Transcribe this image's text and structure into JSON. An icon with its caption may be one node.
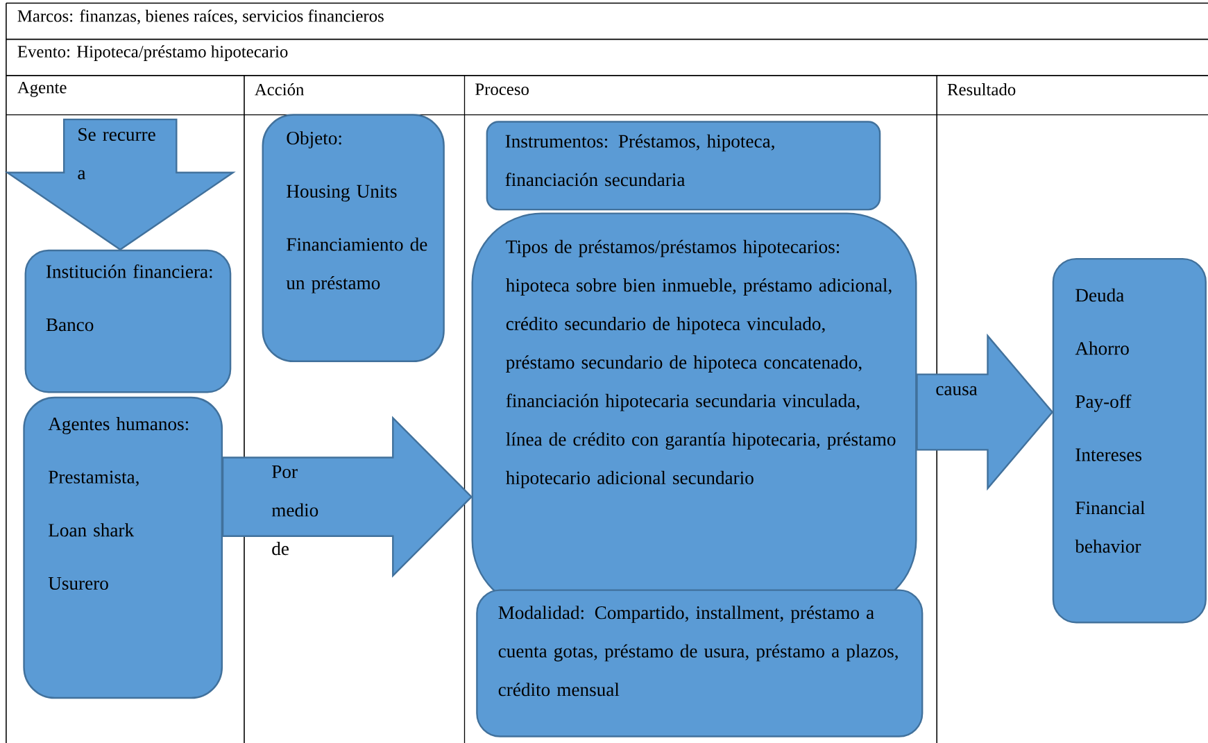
{
  "diagram": {
    "nodes": [
      {
        "text": [
          "Institución financiera:",
          "Banco"
        ]
      },
      {
        "text": [
          "Agentes humanos:",
          "Prestamista,",
          "Loan shark",
          "Usurero"
        ]
      },
      {
        "text": [
          "Objeto:",
          "Housing Units",
          "Financiamiento de un préstamo"
        ]
      },
      {
        "text": [
          "Instrumentos: Préstamos, hipoteca, financiación secundaria"
        ]
      },
      {
        "text": [
          "Tipos de préstamos/préstamos hipotecarios: hipoteca sobre bien inmueble, préstamo adicional, crédito secundario de hipoteca vinculado, préstamo secundario de hipoteca concatenado, financiación hipotecaria secundaria vinculada, línea de crédito con garantía hipotecaria, préstamo hipotecario adicional secundario"
        ]
      },
      {
        "text": [
          "Modalidad: Compartido, installment, préstamo a cuenta gotas, préstamo de usura, préstamo a plazos, crédito mensual"
        ]
      },
      {
        "text": [
          "Deuda",
          "Ahorro",
          "Pay-off",
          "Intereses",
          "Financial behavior"
        ]
      }
    ],
    "edges": [
      {
        "from": null,
        "to": 0,
        "arrow": "to",
        "label": "Se recurre a"
      },
      {
        "from": 1,
        "to": 4,
        "arrow": "to",
        "label": "Por medio de"
      },
      {
        "from": 4,
        "to": 6,
        "arrow": "to",
        "label": "causa"
      }
    ],
    "labels": [
      "Marcos: finanzas, bienes raíces, servicios financieros",
      "Evento: Hipoteca/préstamo hipotecario",
      "Agente",
      "Acción",
      "Proceso",
      "Resultado"
    ]
  }
}
